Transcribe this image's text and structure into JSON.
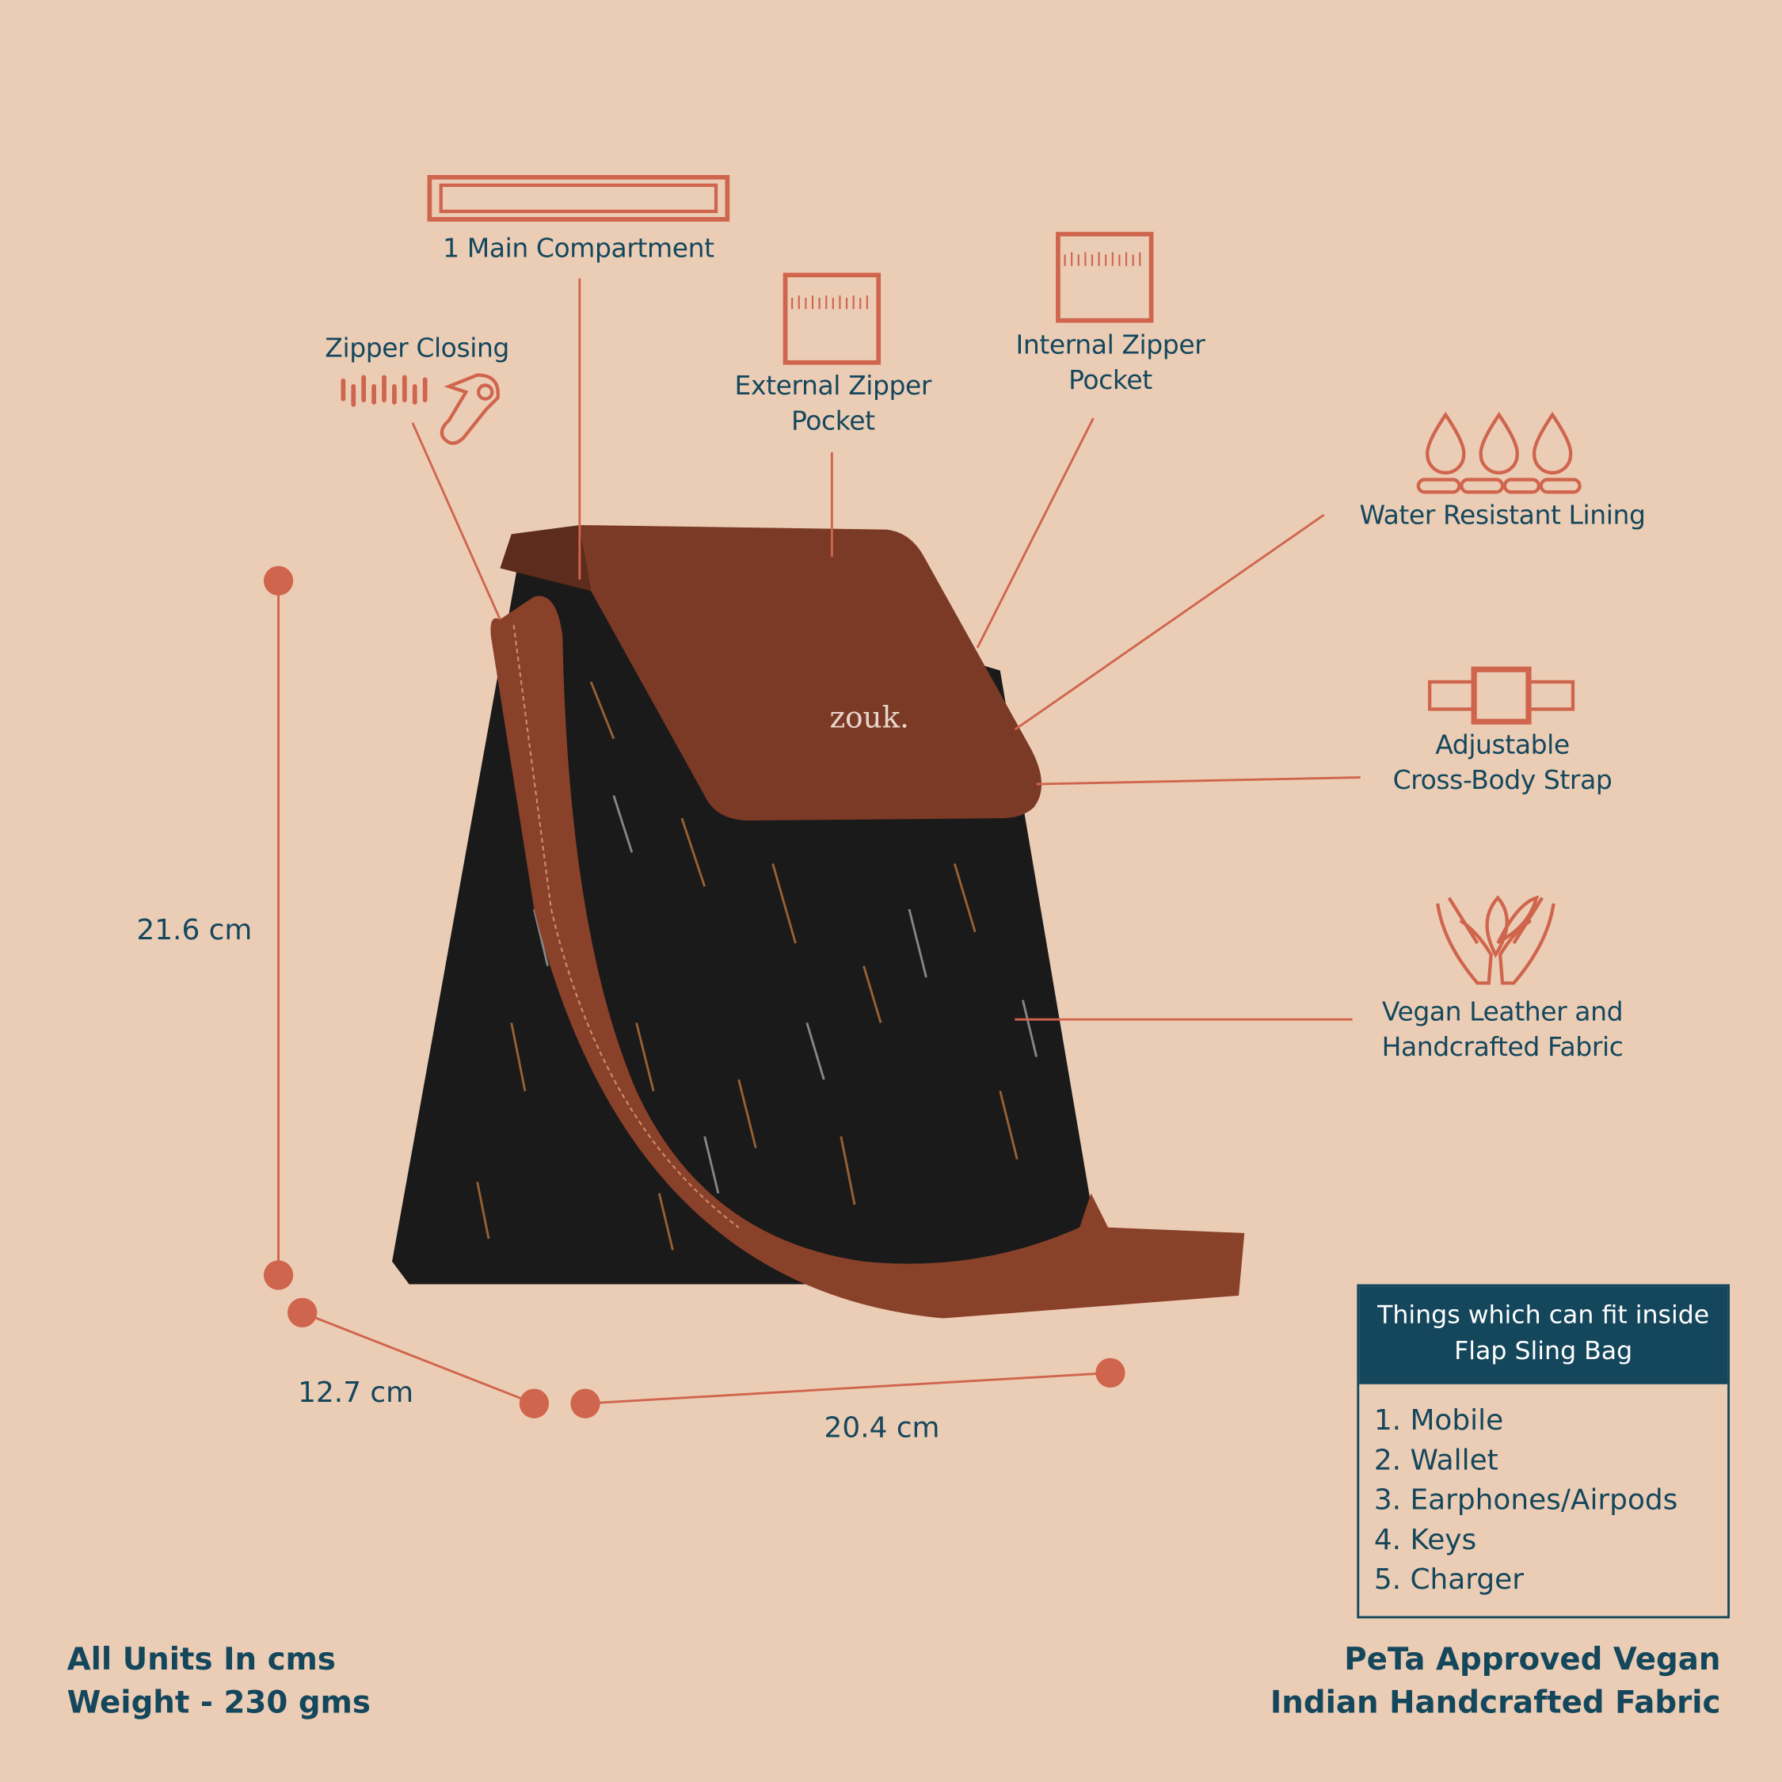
{
  "colors": {
    "background": "#ebcdb6",
    "text": "#15475c",
    "accent": "#d0654d",
    "flap": "#7b3a25",
    "fabric": "#1b1a1a"
  },
  "features": {
    "main_compartment": "1 Main Compartment",
    "zipper_closing": "Zipper Closing",
    "external_pocket": [
      "External Zipper",
      "Pocket"
    ],
    "internal_pocket": [
      "Internal Zipper",
      "Pocket"
    ],
    "water_resistant": "Water Resistant Lining",
    "strap": [
      "Adjustable",
      "Cross-Body Strap"
    ],
    "material": [
      "Vegan Leather and",
      "Handcrafted Fabric"
    ]
  },
  "dimensions": {
    "height": "21.6 cm",
    "depth": "12.7 cm",
    "width": "20.4 cm"
  },
  "brand_logo": "zouk.",
  "fit_box": {
    "title": [
      "Things which can fit inside",
      "Flap Sling Bag"
    ],
    "items": [
      "1. Mobile",
      "2. Wallet",
      "3. Earphones/Airpods",
      "4. Keys",
      "5. Charger"
    ]
  },
  "footer_left": [
    "All Units In cms",
    "Weight - 230 gms"
  ],
  "footer_right": [
    "PeTa Approved Vegan",
    "Indian Handcrafted Fabric"
  ]
}
